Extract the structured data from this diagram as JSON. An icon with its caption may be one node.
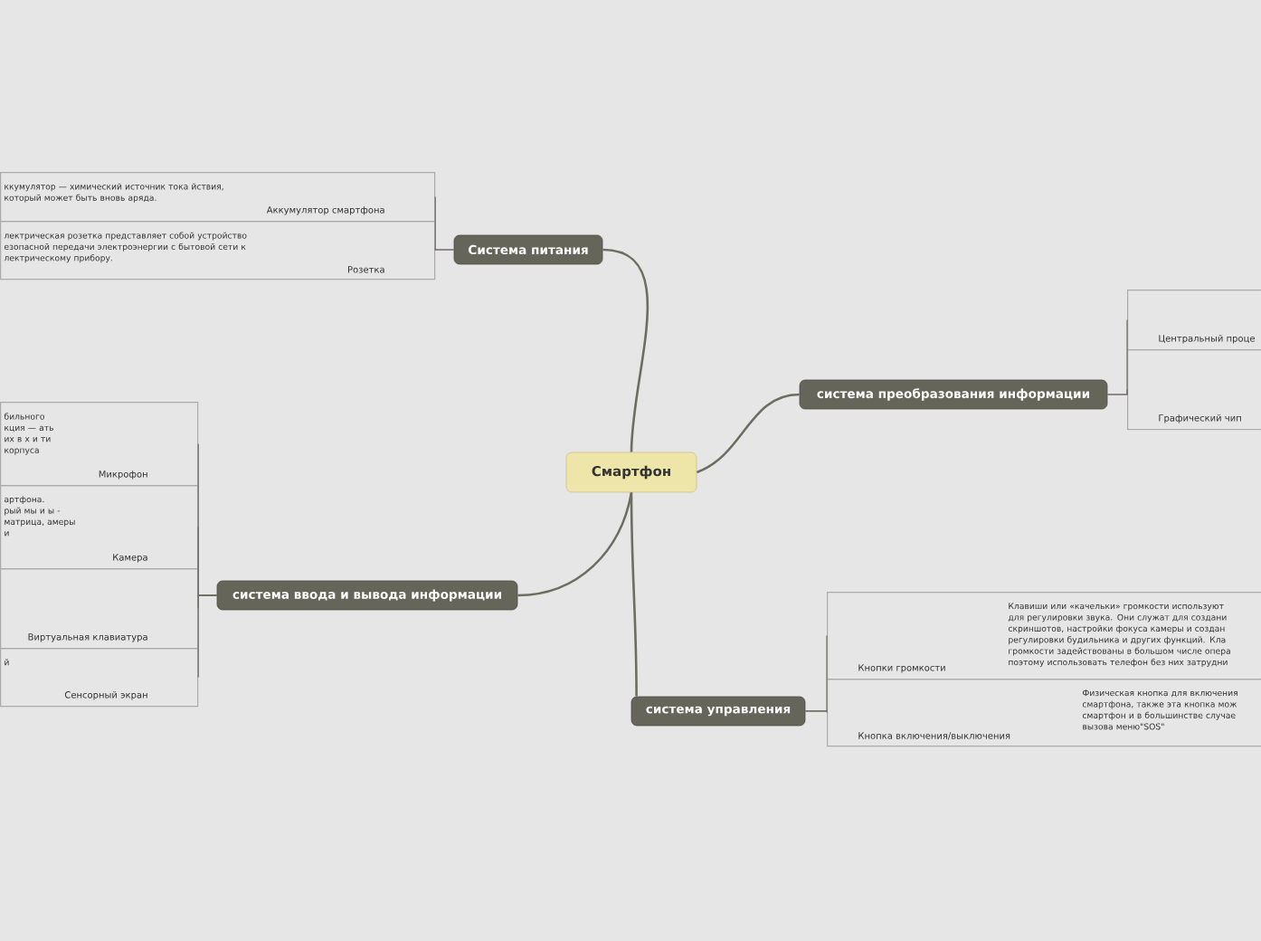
{
  "diagram": {
    "nodes": [
      {
        "text": [
          "Смартфон"
        ]
      },
      {
        "text": [
          "Система питания"
        ]
      },
      {
        "text": [
          "система преобразования информации"
        ]
      },
      {
        "text": [
          "система ввода и вывода информации"
        ]
      },
      {
        "text": [
          "система управления"
        ]
      },
      {
        "text": [
          "Аккумулятор смартфона",
          "ккумулятор — химический источник тока йствия, который может быть вновь аряда."
        ]
      },
      {
        "text": [
          "Розетка",
          "лектрическая розетка представляет собой устройство езопасной передачи электроэнергии с бытовой сети к лектрическому прибору."
        ]
      },
      {
        "text": [
          "Центральный проце"
        ]
      },
      {
        "text": [
          "Графический чип"
        ]
      },
      {
        "text": [
          "Микрофон",
          "бильного кция — ать их в х и ти корпуса"
        ]
      },
      {
        "text": [
          "Камера",
          "артфона. рый мы и ы - матрица, амеры и"
        ]
      },
      {
        "text": [
          "Виртуальная клавиатура"
        ]
      },
      {
        "text": [
          "Сенсорный экран",
          "й"
        ]
      },
      {
        "text": [
          "Кнопки громкости",
          "Клавиши или «качельки» громкости используют для регулировки звука. Они служат для создани скриншотов, настройки фокуса камеры и создан регулировки будильника и других функций. Кла громкости задействованы в большом числе опера поэтому использовать телефон без них затрудни"
        ]
      },
      {
        "text": [
          "Кнопка включения/выключения",
          "Физическая кнопка для включения смартфона, также эта кнопка мож смартфон и в большинстве случае вызова меню\"SOS\""
        ]
      }
    ],
    "edges": [
      {
        "from": 0,
        "to": 1,
        "arrow": "none"
      },
      {
        "from": 0,
        "to": 2,
        "arrow": "none"
      },
      {
        "from": 0,
        "to": 3,
        "arrow": "none"
      },
      {
        "from": 0,
        "to": 4,
        "arrow": "none"
      },
      {
        "from": 1,
        "to": 5,
        "arrow": "none"
      },
      {
        "from": 1,
        "to": 6,
        "arrow": "none"
      },
      {
        "from": 2,
        "to": 7,
        "arrow": "none"
      },
      {
        "from": 2,
        "to": 8,
        "arrow": "none"
      },
      {
        "from": 3,
        "to": 9,
        "arrow": "none"
      },
      {
        "from": 3,
        "to": 10,
        "arrow": "none"
      },
      {
        "from": 3,
        "to": 11,
        "arrow": "none"
      },
      {
        "from": 3,
        "to": 12,
        "arrow": "none"
      },
      {
        "from": 4,
        "to": 13,
        "arrow": "none"
      },
      {
        "from": 4,
        "to": 14,
        "arrow": "none"
      }
    ]
  }
}
